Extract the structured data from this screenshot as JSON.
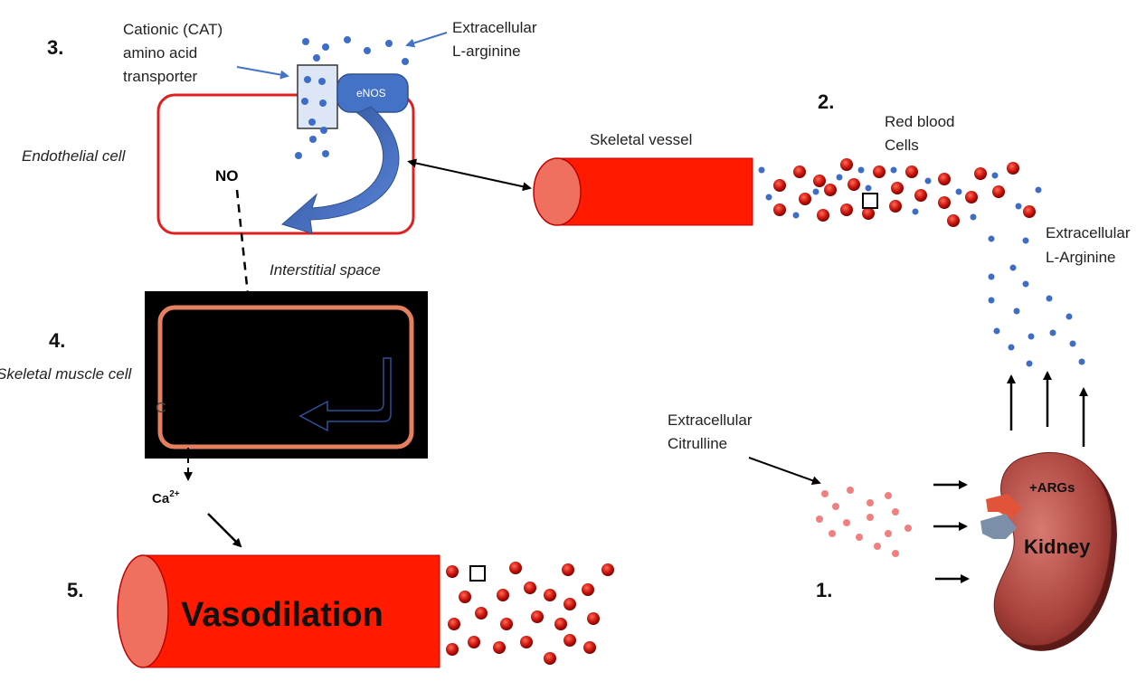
{
  "steps": {
    "s1": "1.",
    "s2": "2.",
    "s3": "3.",
    "s4": "4.",
    "s5": "5."
  },
  "labels": {
    "cat_line1": "Cationic (CAT)",
    "cat_line2": "amino acid",
    "cat_line3": "transporter",
    "extra_arg_top_line1": "Extracellular",
    "extra_arg_top_line2": "L-arginine",
    "enos": "eNOS",
    "endothelial_cell": "Endothelial cell",
    "no": "NO",
    "skeletal_vessel": "Skeletal vessel",
    "rbc_line1": "Red blood",
    "rbc_line2": "Cells",
    "extra_arg_right_line1": "Extracellular",
    "extra_arg_right_line2": "L-Arginine",
    "interstitial_space": "Interstitial space",
    "skeletal_muscle_cell": "Skeletal muscle cell",
    "ca": "Ca",
    "ca_sup": "2+",
    "citrulline_line1": "Extracellular",
    "citrulline_line2": "Citrulline",
    "args": "+ARGs",
    "kidney": "Kidney",
    "vasodilation": "Vasodilation"
  },
  "colors": {
    "cell_border": "#e02020",
    "vessel_red": "#ff1a00",
    "vessel_cap": "#f07060",
    "enos_blue": "#4472c4",
    "dot_blue": "#3d6ec7",
    "dot_pink": "#f08080",
    "muscle_border": "#e5805e",
    "kidney": "#b5534e"
  }
}
